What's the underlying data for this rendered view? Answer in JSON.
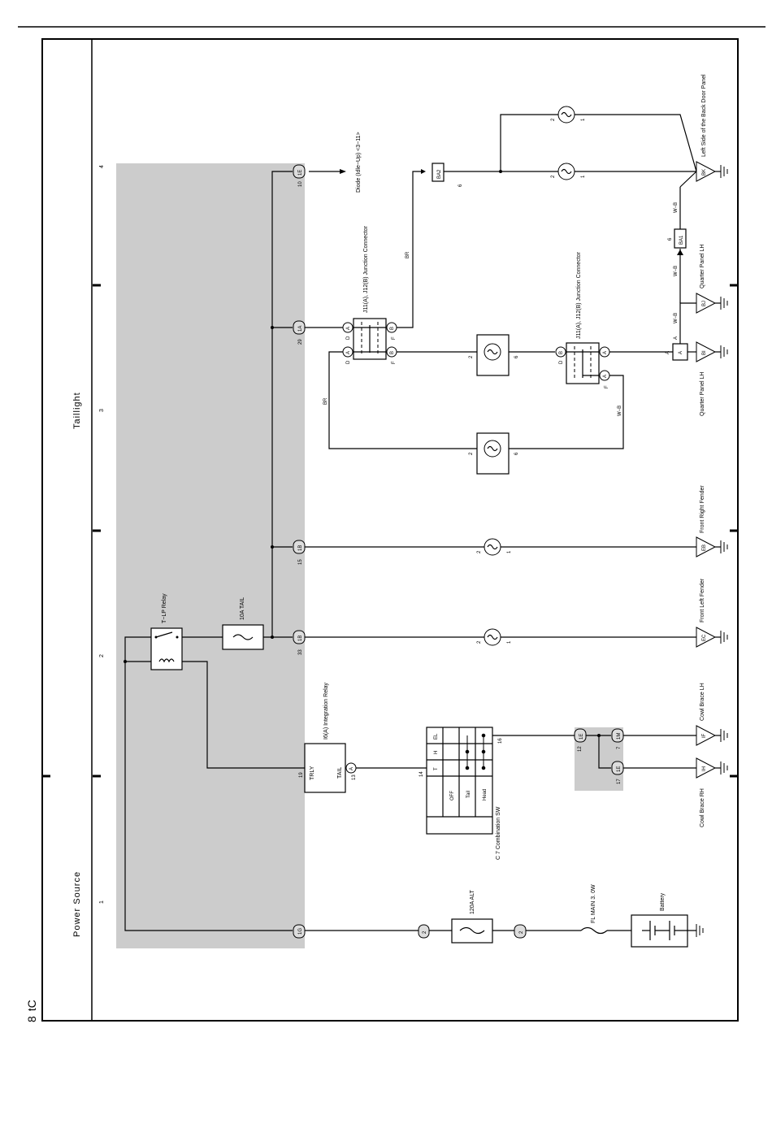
{
  "page": {
    "number": "8",
    "code": "tC"
  },
  "sections": {
    "power_source": "Power Source",
    "taillight": "Taillight"
  },
  "grid_numbers": [
    "1",
    "2",
    "3",
    "4"
  ],
  "colors": {
    "shade": "#cccccc",
    "line": "#000000"
  },
  "components": {
    "t_lp_relay": "T−LP Relay",
    "fuse_tail": "10A TAIL",
    "alt_fuse": "120A ALT",
    "fl_main": "FL MAIN 3. 0W",
    "battery": "Battery",
    "integration_relay": "I6(A) Integration Relay",
    "trly": "TRLY",
    "tail": "TAIL",
    "combination_sw": "C 7 Combination SW",
    "junction_connector": "J11(A), J12(B) Junction Connector",
    "diode": "Diode (Idle−Up) <3−11>"
  },
  "combo_table": {
    "headers": [
      "T",
      "H",
      "EL"
    ],
    "rows": [
      "OFF",
      "Tail",
      "Head"
    ],
    "pins": {
      "left": "14",
      "right": "16"
    }
  },
  "grounds": {
    "bk": "BK",
    "bk_desc": "Left Side of the Back Door Panel",
    "bj": "BJ",
    "bj_desc": "Quarter Panel LH",
    "bi": "BI",
    "bi_desc": "Quarter Panel LH",
    "eb": "EB",
    "eb_desc": "Front Right Fender",
    "ec": "EC",
    "ec_desc": "Front Left Fender",
    "if": "IF",
    "if_desc": "Cowl Brace LH",
    "ih": "IH",
    "ih_desc": "Cowl Brace RH"
  },
  "connectors": {
    "1e_top": "1E",
    "1e_top_pin": "10",
    "1a": "1A",
    "1a_pin": "29",
    "1b_top": "1B",
    "1b_top_pin": "15",
    "1b_bot": "1B",
    "1b_bot_pin": "33",
    "1g": "1G",
    "ba2": "BA2",
    "ba2_pin": "6",
    "ba1": "BA1",
    "ba1_pin": "6",
    "c2a": "2",
    "c2b": "2",
    "a": "A",
    "b": "B",
    "d": "D",
    "f": "F",
    "ie_cowl": "1E",
    "ie_cowl_pin": "12",
    "im": "1M",
    "im_pin": "7",
    "ie_low": "1E",
    "ie_low_pin": "17",
    "i6_pin19": "19",
    "i6_pin13": "13"
  },
  "lamp_pins": {
    "p1": "1",
    "p2": "2",
    "p6": "6"
  },
  "wire_colors": {
    "br": "BR",
    "wb": "W−B"
  }
}
